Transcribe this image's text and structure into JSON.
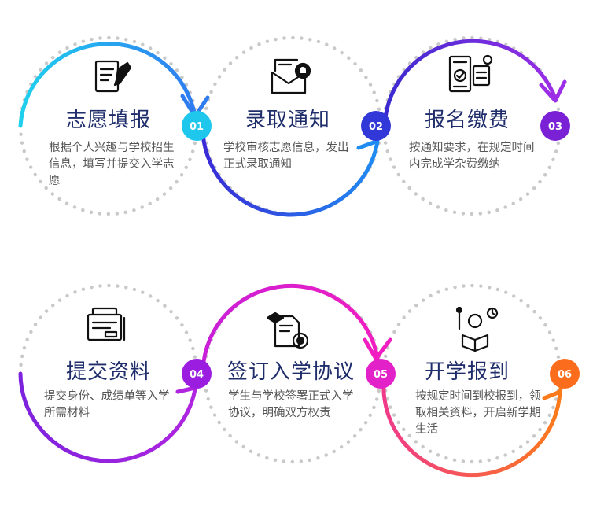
{
  "steps": [
    {
      "num": "01",
      "title": "志愿填报",
      "desc": "根据个人兴趣与学校招生信息，填写并提交入学志愿",
      "icon": "form-pen-icon",
      "color": "#1fc7ec"
    },
    {
      "num": "02",
      "title": "录取通知",
      "desc": "学校审核志愿信息，发出正式录取通知",
      "icon": "envelope-bell-icon",
      "color": "#3238d8"
    },
    {
      "num": "03",
      "title": "报名缴费",
      "desc": "按通知要求，在规定时间内完成学杂费缴纳",
      "icon": "payment-terminal-icon",
      "color": "#7a21d6"
    },
    {
      "num": "04",
      "title": "提交资料",
      "desc": "提交身份、成绩单等入学所需材料",
      "icon": "document-folder-icon",
      "color": "#9a1de0"
    },
    {
      "num": "05",
      "title": "签订入学协议",
      "desc": "学生与学校签署正式入学协议，明确双方权责",
      "icon": "contract-seal-icon",
      "color": "#e321c9"
    },
    {
      "num": "06",
      "title": "开学报到",
      "desc": "按规定时间到校报到，领取相关资料，开启新学期生活",
      "icon": "student-reading-icon",
      "color": "#fb6d1c"
    }
  ]
}
